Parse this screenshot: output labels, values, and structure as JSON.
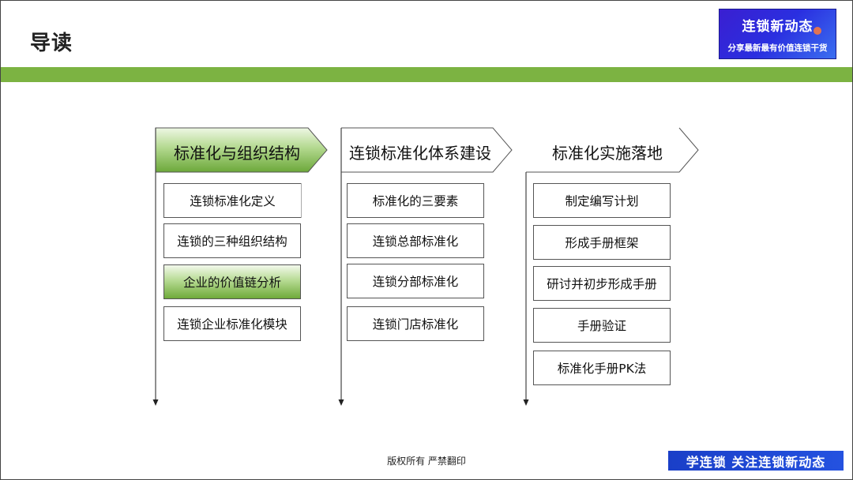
{
  "page": {
    "title": "导读"
  },
  "brand": {
    "line1": "连锁新动态",
    "line2": "分享最新最有价值连锁干货"
  },
  "columns": [
    {
      "heading": "标准化与组织结构",
      "highlighted": true,
      "items": [
        {
          "label": "连锁标准化定义",
          "highlighted": false
        },
        {
          "label": "连锁的三种组织结构",
          "highlighted": false
        },
        {
          "label": "企业的价值链分析",
          "highlighted": true
        },
        {
          "label": "连锁企业标准化模块",
          "highlighted": false
        }
      ]
    },
    {
      "heading": "连锁标准化体系建设",
      "highlighted": false,
      "items": [
        {
          "label": "标准化的三要素",
          "highlighted": false
        },
        {
          "label": "连锁总部标准化",
          "highlighted": false
        },
        {
          "label": "连锁分部标准化",
          "highlighted": false
        },
        {
          "label": "连锁门店标准化",
          "highlighted": false
        }
      ]
    },
    {
      "heading": "标准化实施落地",
      "highlighted": false,
      "items": [
        {
          "label": "制定编写计划",
          "highlighted": false
        },
        {
          "label": "形成手册框架",
          "highlighted": false
        },
        {
          "label": "研讨并初步形成手册",
          "highlighted": false
        },
        {
          "label": "手册验证",
          "highlighted": false
        },
        {
          "label": "标准化手册PK法",
          "highlighted": false
        }
      ]
    }
  ],
  "footer": {
    "copyright": "版权所有  严禁翻印",
    "brand": "学连锁  关注连锁新动态"
  },
  "colors": {
    "accent_green": "#7cb342",
    "brand_blue": "#2a2fe0"
  }
}
